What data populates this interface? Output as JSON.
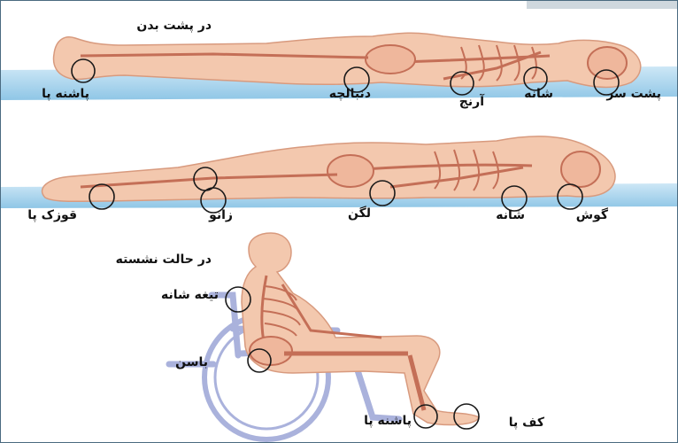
{
  "sections": [
    {
      "title": "در پشت بدن",
      "points": [
        "پاشنه پا",
        "دنبالچه",
        "آرنج",
        "شانه",
        "پشت سر"
      ]
    },
    {
      "points": [
        "قوزک پا",
        "زانو",
        "لگن",
        "شانه",
        "گوش"
      ]
    },
    {
      "title": "در حالت نشسته",
      "points": [
        "تیغه شانه",
        "باسن",
        "پاشنه پا",
        "کف پا"
      ]
    }
  ],
  "colors": {
    "skin": "#f3c8ae",
    "skin_edge": "#d89a7e",
    "bone": "#e7a88c",
    "bone_edge": "#c46f57",
    "mattress": "#a9d4ec",
    "chair": "#aab2dc",
    "circle": "#1a1a1a"
  }
}
